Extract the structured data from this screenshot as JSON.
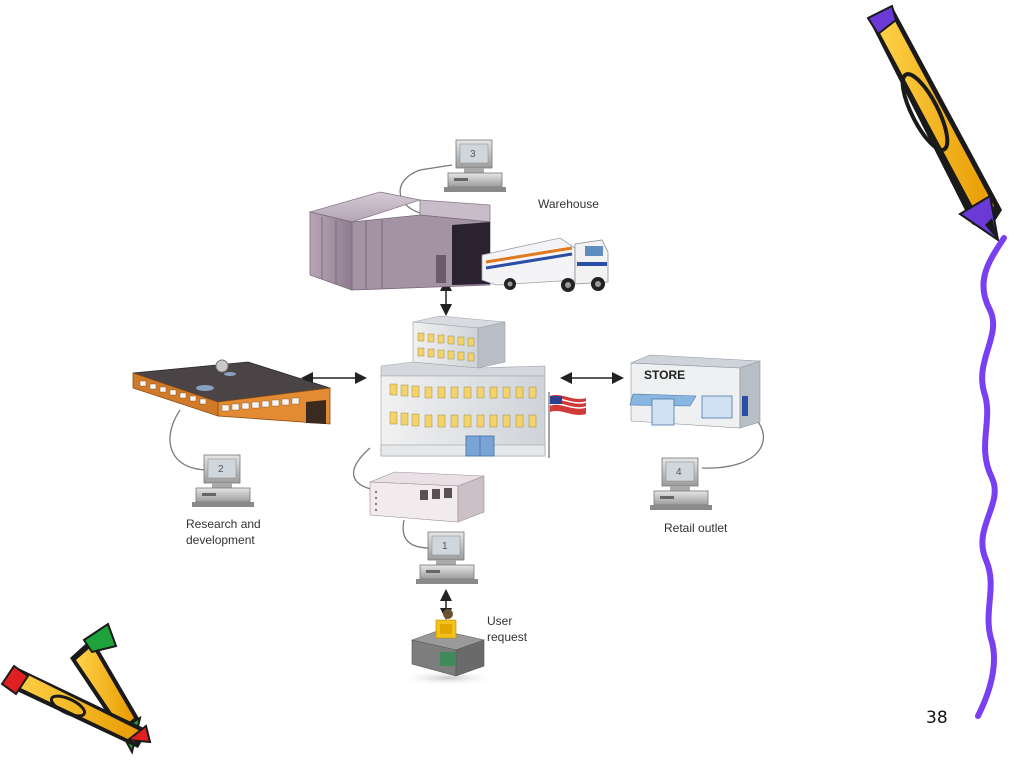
{
  "labels": {
    "warehouse": "Warehouse",
    "rnd_line1": "Research and",
    "rnd_line2": "development",
    "retail": "Retail outlet",
    "user_line1": "User",
    "user_line2": "request",
    "store_sign": "STORE"
  },
  "computers": {
    "warehouse": "3",
    "rnd": "2",
    "retail": "4",
    "user": "1"
  },
  "slide_number": "38",
  "colors": {
    "pencil_body": "#f5b400",
    "pencil_tip": "#6b39d6",
    "wave_line": "#7b3ff2",
    "red_crayon": "#e02020",
    "green_crayon": "#1ea33a"
  }
}
